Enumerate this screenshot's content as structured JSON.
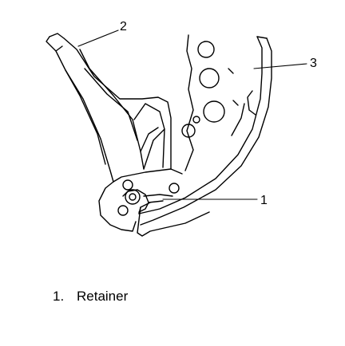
{
  "callouts": [
    {
      "number": "1"
    },
    {
      "number": "2"
    },
    {
      "number": "3"
    }
  ],
  "legend": [
    {
      "number": "1.",
      "label": "Retainer"
    }
  ]
}
